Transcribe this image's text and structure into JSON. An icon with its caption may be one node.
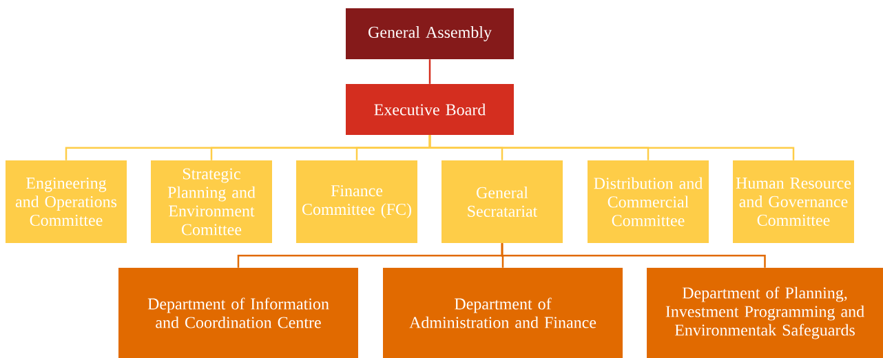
{
  "diagram": {
    "nodes": [
      {
        "text": [
          "General Assembly"
        ]
      },
      {
        "text": [
          "Executive Board"
        ]
      },
      {
        "text": [
          "Engineering and Operations Committee"
        ]
      },
      {
        "text": [
          "Strategic Planning and Environment Comittee"
        ]
      },
      {
        "text": [
          "Finance Committee (FC)"
        ]
      },
      {
        "text": [
          "General Secratariat"
        ]
      },
      {
        "text": [
          "Distribution and Commercial Committee"
        ]
      },
      {
        "text": [
          "Human Resource and Governance Committee"
        ]
      },
      {
        "text": [
          "Department of Information and Coordination Centre"
        ]
      },
      {
        "text": [
          "Department of Administration and Finance"
        ]
      },
      {
        "text": [
          "Department of Planning, Investment Programming and Environmentak Safeguards"
        ]
      }
    ],
    "edges": [
      {
        "from": 0,
        "to": 1,
        "arrow": "none",
        "color": "#d42e1f"
      },
      {
        "from": 1,
        "to": 2,
        "arrow": "none"
      },
      {
        "from": 1,
        "to": 3,
        "arrow": "none"
      },
      {
        "from": 1,
        "to": 4,
        "arrow": "none"
      },
      {
        "from": 1,
        "to": 5,
        "arrow": "none"
      },
      {
        "from": 1,
        "to": 6,
        "arrow": "none"
      },
      {
        "from": 1,
        "to": 7,
        "arrow": "none"
      },
      {
        "from": 5,
        "to": 8,
        "arrow": "none",
        "color": "#e16a00"
      },
      {
        "from": 5,
        "to": 9,
        "arrow": "none",
        "color": "#e16a00"
      },
      {
        "from": 5,
        "to": 10,
        "arrow": "none",
        "color": "#e16a00"
      }
    ]
  }
}
